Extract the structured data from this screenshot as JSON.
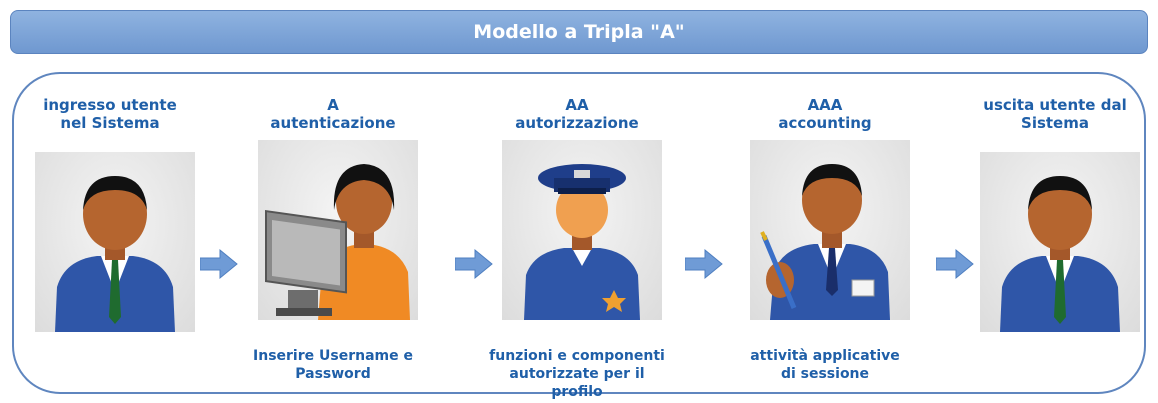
{
  "title": "Modello a Tripla \"A\"",
  "stages": [
    {
      "top_line1": "ingresso utente",
      "top_line2": "nel Sistema",
      "bottom_line1": "",
      "bottom_line2": "",
      "figure": "businessman-icon"
    },
    {
      "top_line1": "A",
      "top_line2": "autenticazione",
      "bottom_line1": "Inserire Username e",
      "bottom_line2": "Password",
      "figure": "user-at-computer-icon"
    },
    {
      "top_line1": "AA",
      "top_line2": "autorizzazione",
      "bottom_line1": "funzioni e componenti",
      "bottom_line2": "autorizzate per il profilo",
      "figure": "police-officer-icon"
    },
    {
      "top_line1": "AAA",
      "top_line2": "accounting",
      "bottom_line1": "attività applicative",
      "bottom_line2": "di sessione",
      "figure": "businessman-with-pen-icon"
    },
    {
      "top_line1": "uscita utente dal",
      "top_line2": "Sistema",
      "bottom_line1": "",
      "bottom_line2": "",
      "figure": "businessman-icon"
    }
  ],
  "colors": {
    "banner": "#7aa2d8",
    "text": "#1f5fa8",
    "frame": "#5f86bf",
    "arrow": "#6f9bd6",
    "suit": "#2f56a8",
    "skin": "#b5652f"
  }
}
